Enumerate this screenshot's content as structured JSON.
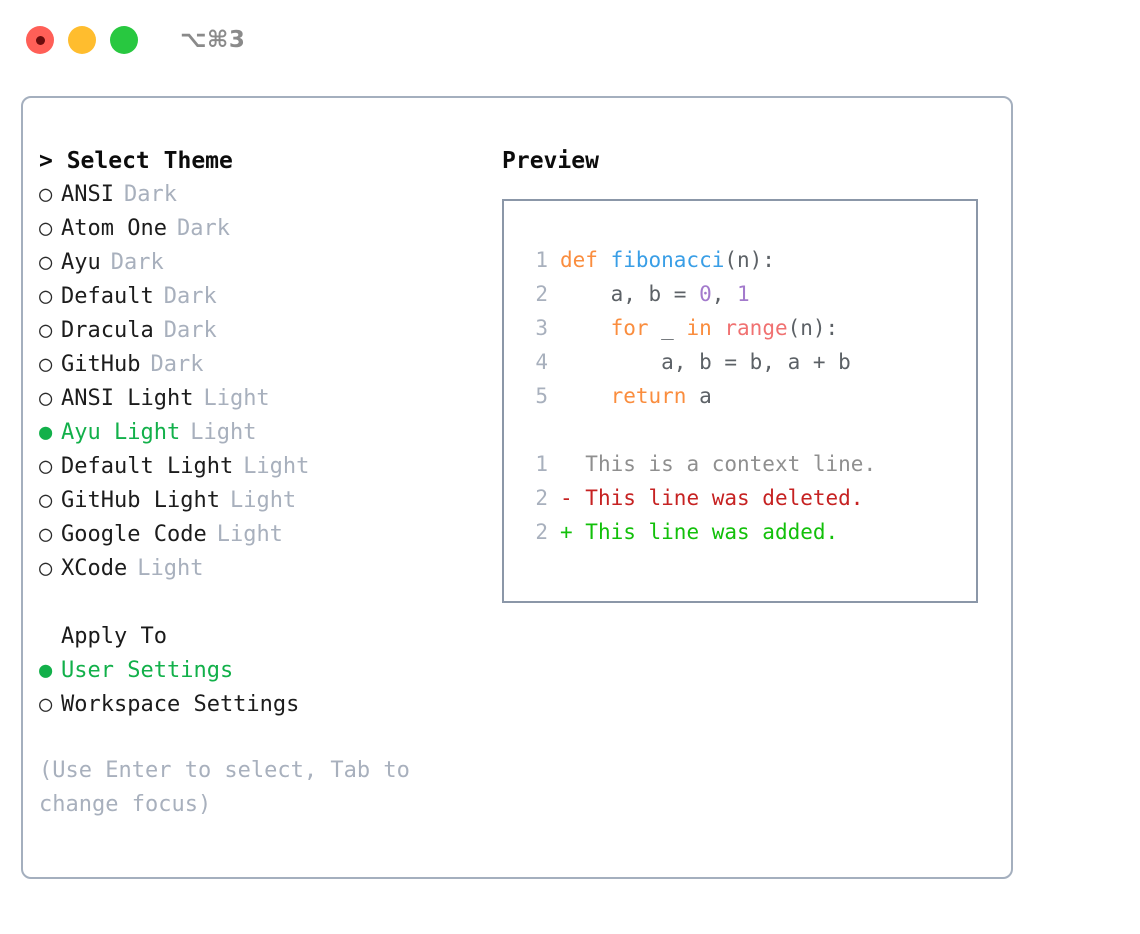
{
  "window": {
    "title": "⌥⌘3",
    "traffic_lights": [
      "close-red",
      "minimize-yellow",
      "maximize-green"
    ]
  },
  "theme_picker": {
    "header": "> Select Theme",
    "items": [
      {
        "bullet": "○",
        "name": "ANSI",
        "kind": "Dark",
        "selected": false
      },
      {
        "bullet": "○",
        "name": "Atom One",
        "kind": "Dark",
        "selected": false
      },
      {
        "bullet": "○",
        "name": "Ayu",
        "kind": "Dark",
        "selected": false
      },
      {
        "bullet": "○",
        "name": "Default",
        "kind": "Dark",
        "selected": false
      },
      {
        "bullet": "○",
        "name": "Dracula",
        "kind": "Dark",
        "selected": false
      },
      {
        "bullet": "○",
        "name": "GitHub",
        "kind": "Dark",
        "selected": false
      },
      {
        "bullet": "○",
        "name": "ANSI Light",
        "kind": "Light",
        "selected": false
      },
      {
        "bullet": "●",
        "name": "Ayu Light",
        "kind": "Light",
        "selected": true
      },
      {
        "bullet": "○",
        "name": "Default Light",
        "kind": "Light",
        "selected": false
      },
      {
        "bullet": "○",
        "name": "GitHub Light",
        "kind": "Light",
        "selected": false
      },
      {
        "bullet": "○",
        "name": "Google Code",
        "kind": "Light",
        "selected": false
      },
      {
        "bullet": "○",
        "name": "XCode",
        "kind": "Light",
        "selected": false
      }
    ]
  },
  "apply_to": {
    "label": "Apply To",
    "items": [
      {
        "bullet": "●",
        "name": "User Settings",
        "selected": true
      },
      {
        "bullet": "○",
        "name": "Workspace Settings",
        "selected": false
      }
    ]
  },
  "hint": "(Use Enter to select, Tab to change focus)",
  "preview": {
    "title": "Preview",
    "code_lines": [
      {
        "number": "1",
        "tokens": [
          {
            "text": "def ",
            "style": "tok-kw"
          },
          {
            "text": "fibonacci",
            "style": "tok-fn"
          },
          {
            "text": "(n):",
            "style": "tok-punc"
          }
        ]
      },
      {
        "number": "2",
        "tokens": [
          {
            "text": "    a, b = ",
            "style": "tok-plain"
          },
          {
            "text": "0",
            "style": "tok-num"
          },
          {
            "text": ", ",
            "style": "tok-punc"
          },
          {
            "text": "1",
            "style": "tok-num"
          }
        ]
      },
      {
        "number": "3",
        "tokens": [
          {
            "text": "    for ",
            "style": "tok-kw"
          },
          {
            "text": "_ ",
            "style": "tok-plain"
          },
          {
            "text": "in ",
            "style": "tok-kw"
          },
          {
            "text": "range",
            "style": "tok-call"
          },
          {
            "text": "(n):",
            "style": "tok-punc"
          }
        ]
      },
      {
        "number": "4",
        "tokens": [
          {
            "text": "        a, b = b, a + b",
            "style": "tok-plain"
          }
        ]
      },
      {
        "number": "5",
        "tokens": [
          {
            "text": "    return ",
            "style": "tok-kw"
          },
          {
            "text": "a",
            "style": "tok-plain"
          }
        ]
      }
    ],
    "diff_lines": [
      {
        "number": "1",
        "marker": "  ",
        "text": "This is a context line.",
        "style": "diff-ctx"
      },
      {
        "number": "2",
        "marker": "- ",
        "text": "This line was deleted.",
        "style": "diff-del"
      },
      {
        "number": "2",
        "marker": "+ ",
        "text": "This line was added.",
        "style": "diff-add"
      }
    ]
  },
  "colors": {
    "accent_green": "#12b04a",
    "muted_gray": "#a8b0bd",
    "panel_border": "#a4afbe",
    "preview_border": "#8b97a8",
    "keyword_orange": "#fa8d3e",
    "function_blue": "#399ee6",
    "number_purple": "#a37acc",
    "call_red": "#f07171",
    "diff_delete_red": "#c62222",
    "diff_add_green": "#12c00a",
    "traffic_red": "#ff5f57",
    "traffic_yellow": "#ffbd2e",
    "traffic_green": "#28c840"
  }
}
